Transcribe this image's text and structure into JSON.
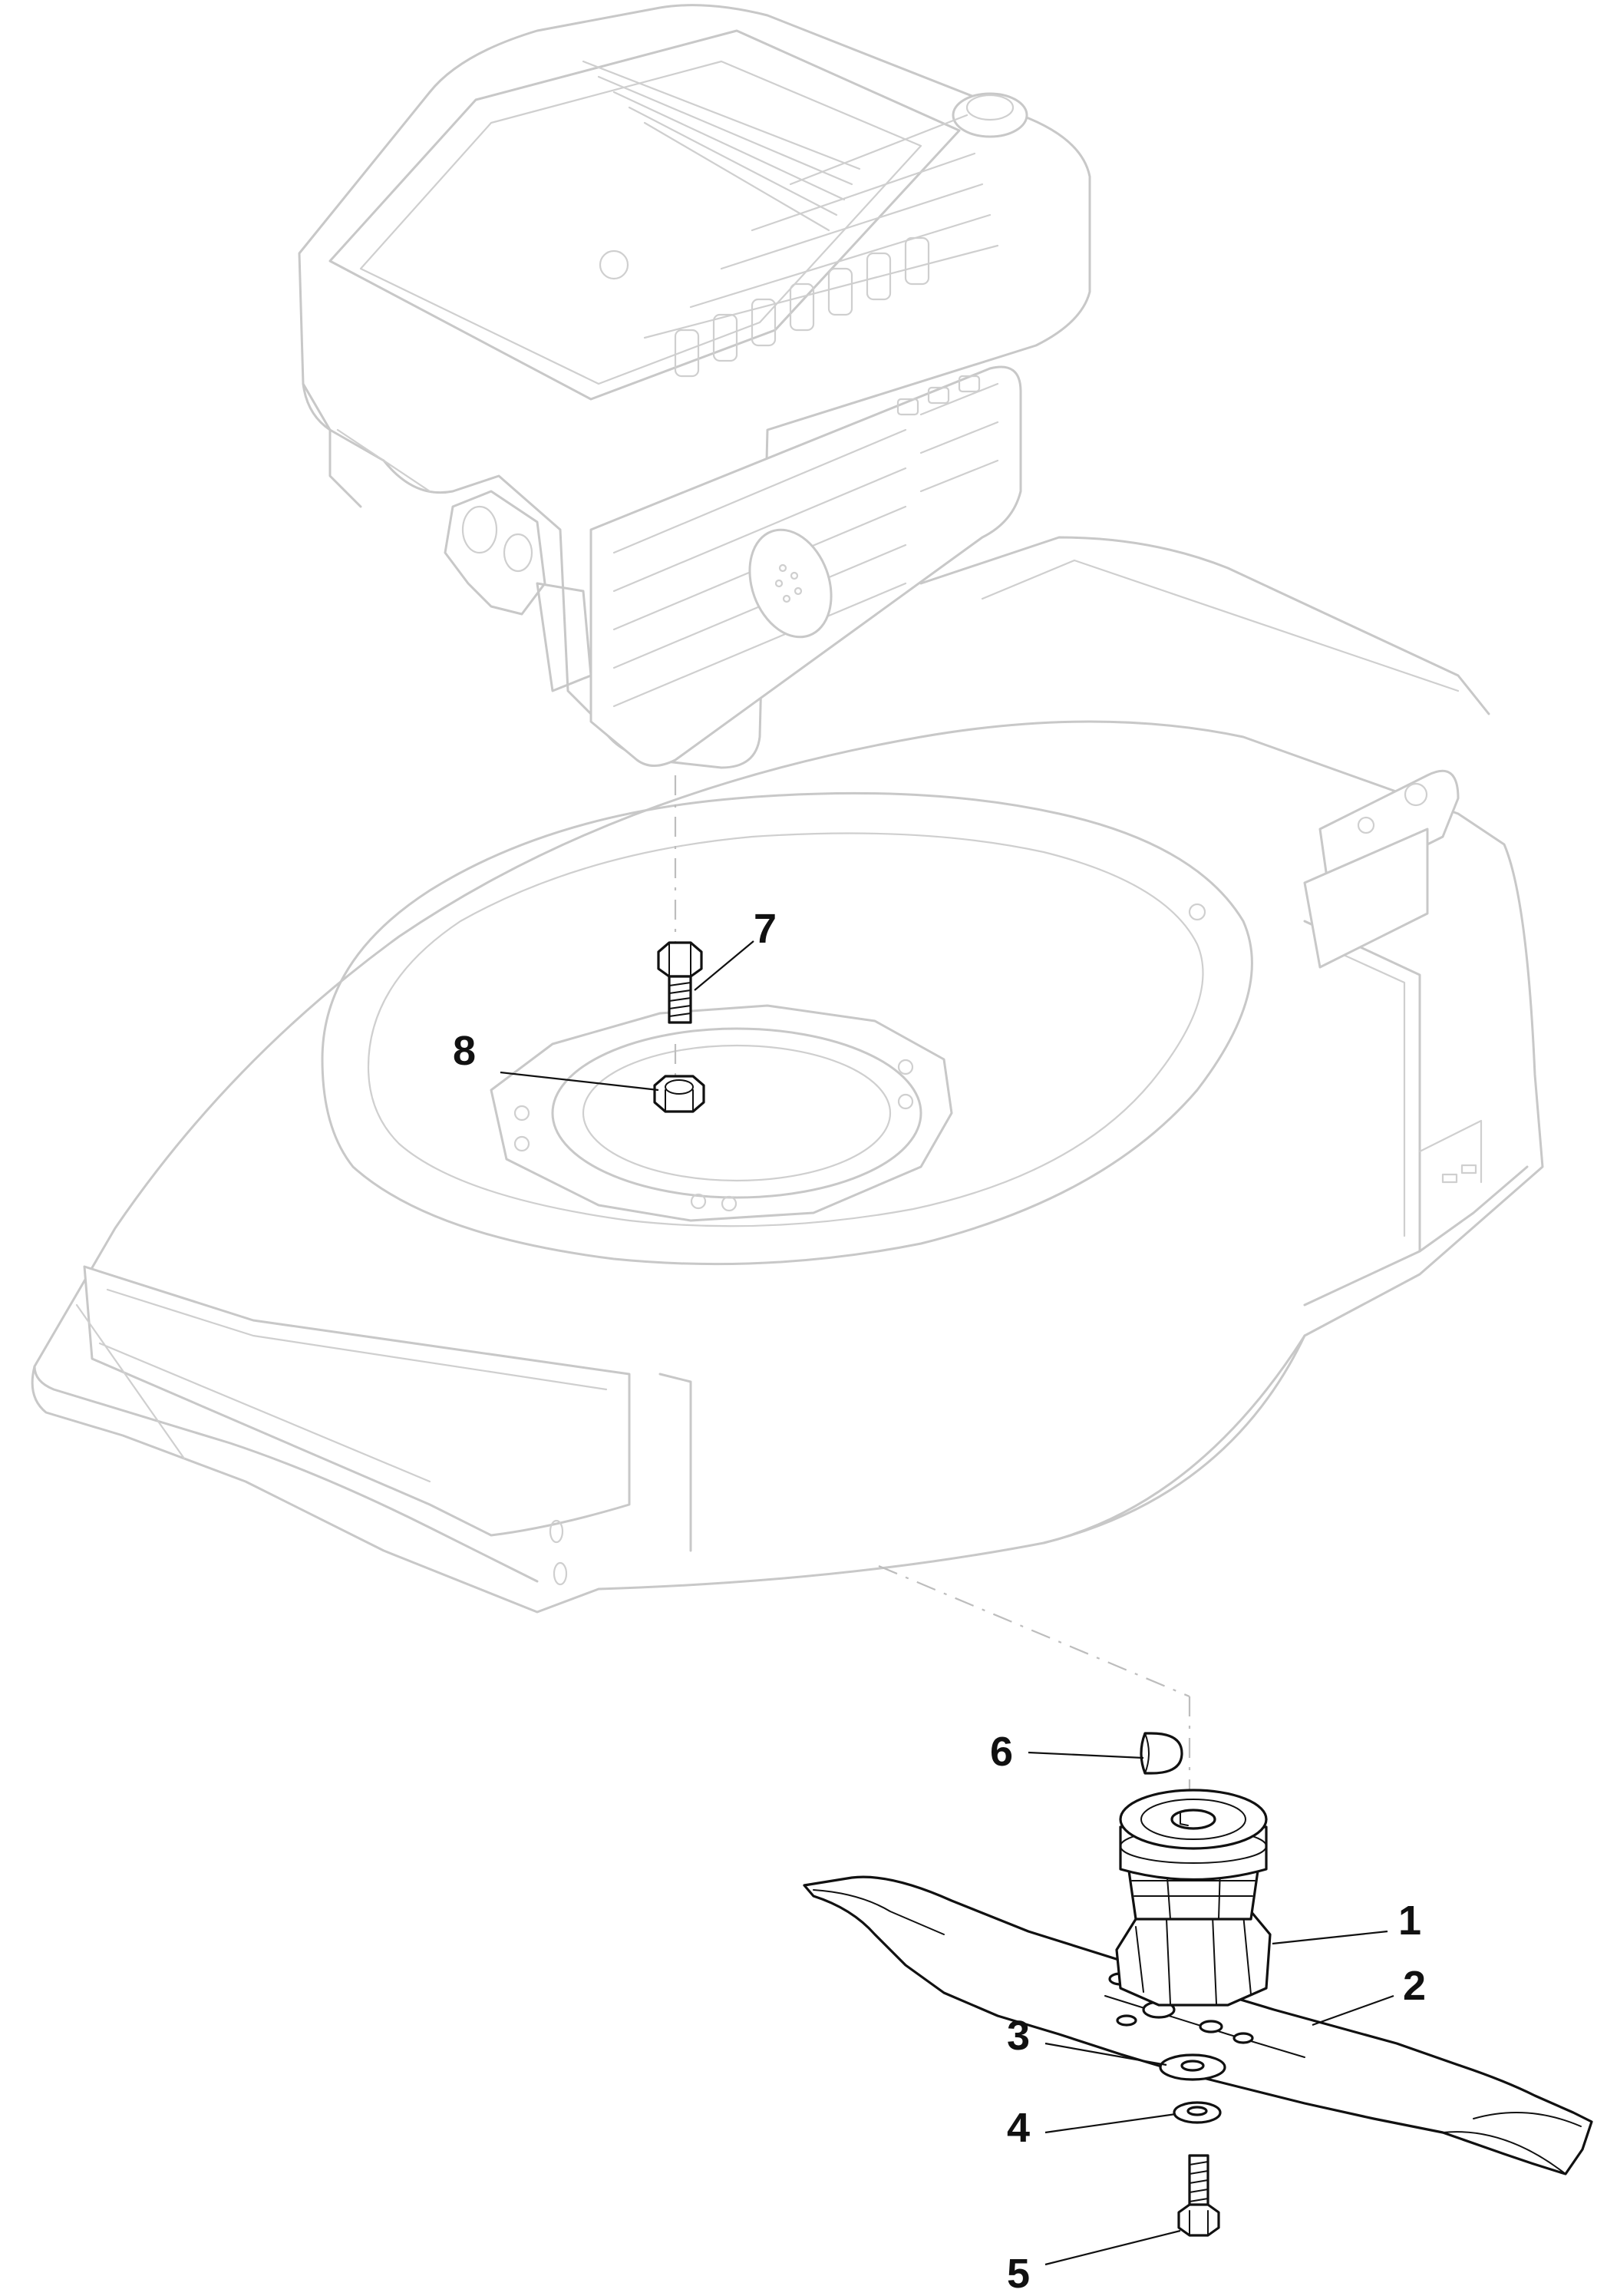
{
  "callouts": [
    {
      "id": "1",
      "label": "1",
      "part": "blade-adapter"
    },
    {
      "id": "2",
      "label": "2",
      "part": "blade"
    },
    {
      "id": "3",
      "label": "3",
      "part": "large-washer"
    },
    {
      "id": "4",
      "label": "4",
      "part": "small-washer"
    },
    {
      "id": "5",
      "label": "5",
      "part": "blade-bolt"
    },
    {
      "id": "6",
      "label": "6",
      "part": "woodruff-key"
    },
    {
      "id": "7",
      "label": "7",
      "part": "engine-mount-bolt"
    },
    {
      "id": "8",
      "label": "8",
      "part": "engine-mount-nut"
    }
  ],
  "colors": {
    "background": "#ffffff",
    "ghost_line": "#c8c8c8",
    "part_line": "#111111",
    "callout_text": "#111111"
  }
}
